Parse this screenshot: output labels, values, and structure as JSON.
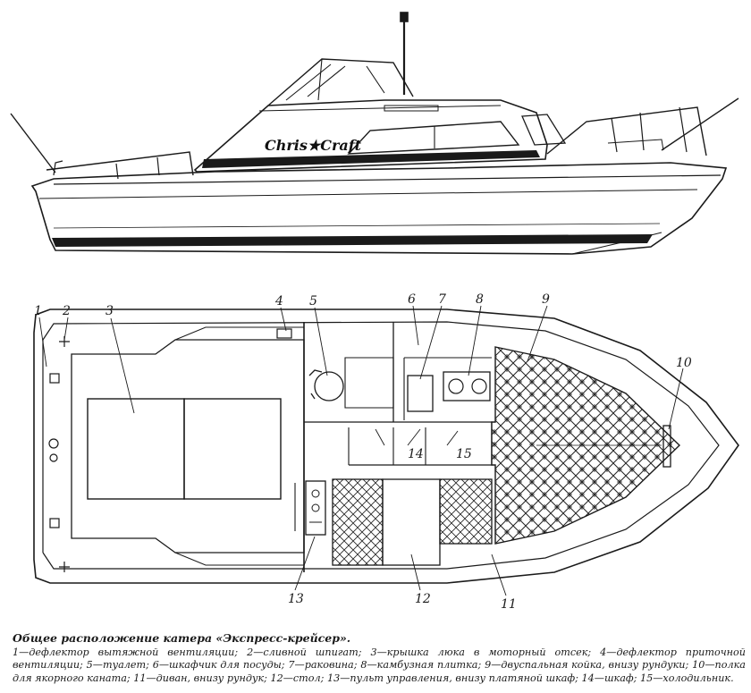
{
  "logo_text": "Chris★Craft",
  "callouts": [
    "1",
    "2",
    "3",
    "4",
    "5",
    "6",
    "7",
    "8",
    "9",
    "10",
    "11",
    "12",
    "13",
    "14",
    "15"
  ],
  "caption": {
    "title": "Общее расположение катера «Экспресс-крейсер».",
    "items": [
      {
        "n": "1",
        "text": "дефлектор вытяжной вентиляции"
      },
      {
        "n": "2",
        "text": "сливной шпигат"
      },
      {
        "n": "3",
        "text": "крышка люка в моторный отсек"
      },
      {
        "n": "4",
        "text": "дефлектор приточной вентиляции"
      },
      {
        "n": "5",
        "text": "туалет"
      },
      {
        "n": "6",
        "text": "шкафчик для посуды"
      },
      {
        "n": "7",
        "text": "раковина"
      },
      {
        "n": "8",
        "text": "камбузная плитка"
      },
      {
        "n": "9",
        "text": "двуспальная койка, внизу рундуки"
      },
      {
        "n": "10",
        "text": "полка для якорного каната"
      },
      {
        "n": "11",
        "text": "диван, внизу рундук"
      },
      {
        "n": "12",
        "text": "стол"
      },
      {
        "n": "13",
        "text": "пульт управления, внизу платяной шкаф"
      },
      {
        "n": "14",
        "text": "шкаф"
      },
      {
        "n": "15",
        "text": "холодильник."
      }
    ]
  }
}
